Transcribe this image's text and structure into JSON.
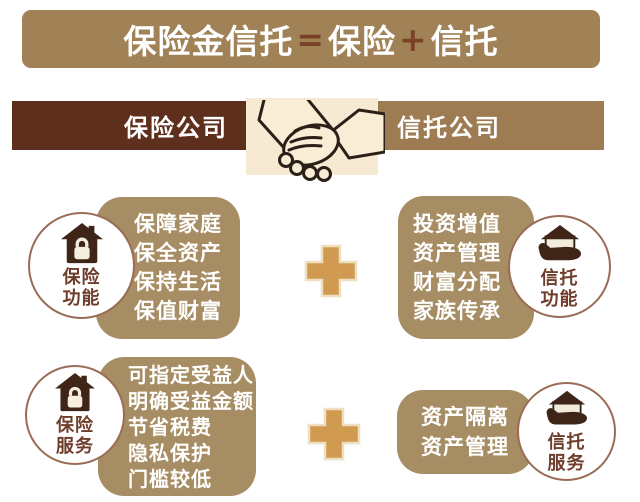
{
  "banner": {
    "title_left": "保险金信托",
    "equals": "=",
    "title_mid": "保险",
    "plus": "+",
    "title_right": "信托"
  },
  "companies": {
    "insurance": "保险公司",
    "trust": "信托公司"
  },
  "groups": {
    "insurance_function": {
      "label_line1": "保险",
      "label_line2": "功能",
      "items": [
        "保障家庭",
        "保全资产",
        "保持生活",
        "保值财富"
      ]
    },
    "trust_function": {
      "label_line1": "信托",
      "label_line2": "功能",
      "items": [
        "投资增值",
        "资产管理",
        "财富分配",
        "家族传承"
      ]
    },
    "insurance_service": {
      "label_line1": "保险",
      "label_line2": "服务",
      "items": [
        "可指定受益人",
        "明确受益金额",
        "节省税费",
        "隐私保护",
        "门槛较低"
      ]
    },
    "trust_service": {
      "label_line1": "信托",
      "label_line2": "服务",
      "items": [
        "资产隔离",
        "资产管理"
      ]
    }
  },
  "icons": {
    "handshake": "handshake-icon",
    "insurance": "house-lock-icon",
    "trust": "hand-house-icon",
    "plus": "plus-icon"
  },
  "colors": {
    "banner_bg": "#a18257",
    "bar_insurance_bg": "#5f2f1e",
    "bar_trust_bg": "#9d7c54",
    "box_bg": "#a78d63",
    "plus": "#d09a50",
    "accent_symbol": "#7a4126",
    "circle_border": "#9b6c55",
    "circle_text": "#6f3d2b",
    "handshake_bg": "#f7ead2",
    "icon_dark": "#3e2518"
  }
}
